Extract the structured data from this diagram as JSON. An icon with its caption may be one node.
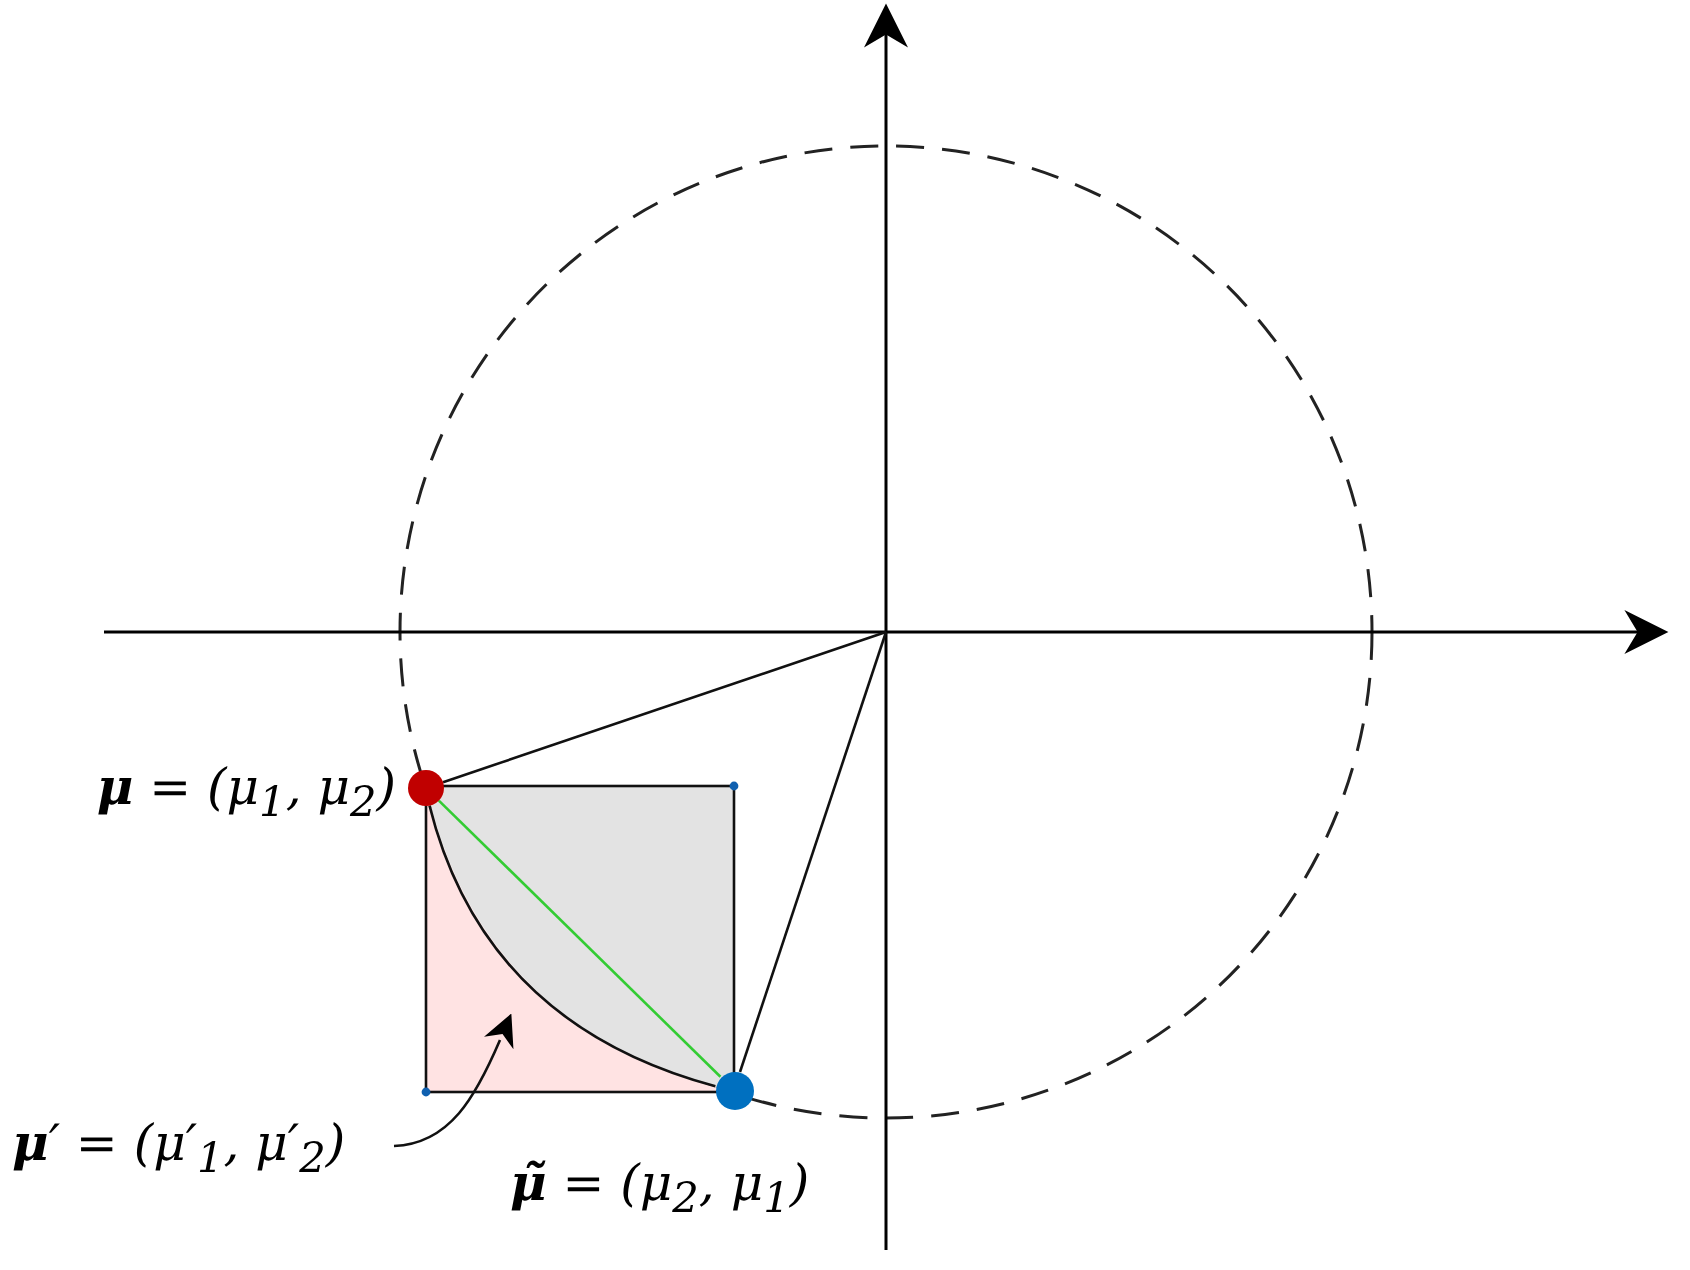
{
  "diagram": {
    "nodes": [
      {
        "text": [],
        "shape": "circle",
        "beside": [
          "**μ** = (μ$_{1}$, μ$_{2}$)"
        ]
      },
      {
        "text": [],
        "shape": "circle",
        "beside": [
          "**μ̃** = (μ$_{2}$, μ$_{1}$)"
        ]
      },
      {
        "text": [
          "**μ**′ = (μ′$_{1}$, μ′$_{2}$)"
        ]
      }
    ],
    "edges": [
      {
        "from": null,
        "to": 0,
        "arrow": "none"
      },
      {
        "from": null,
        "to": 1,
        "arrow": "none"
      },
      {
        "from": 0,
        "to": 1,
        "arrow": "none",
        "color": "#33cc33"
      },
      {
        "from": 0,
        "to": 1,
        "arrow": "none"
      },
      {
        "from": 2,
        "to": null,
        "arrow": "to"
      }
    ]
  }
}
